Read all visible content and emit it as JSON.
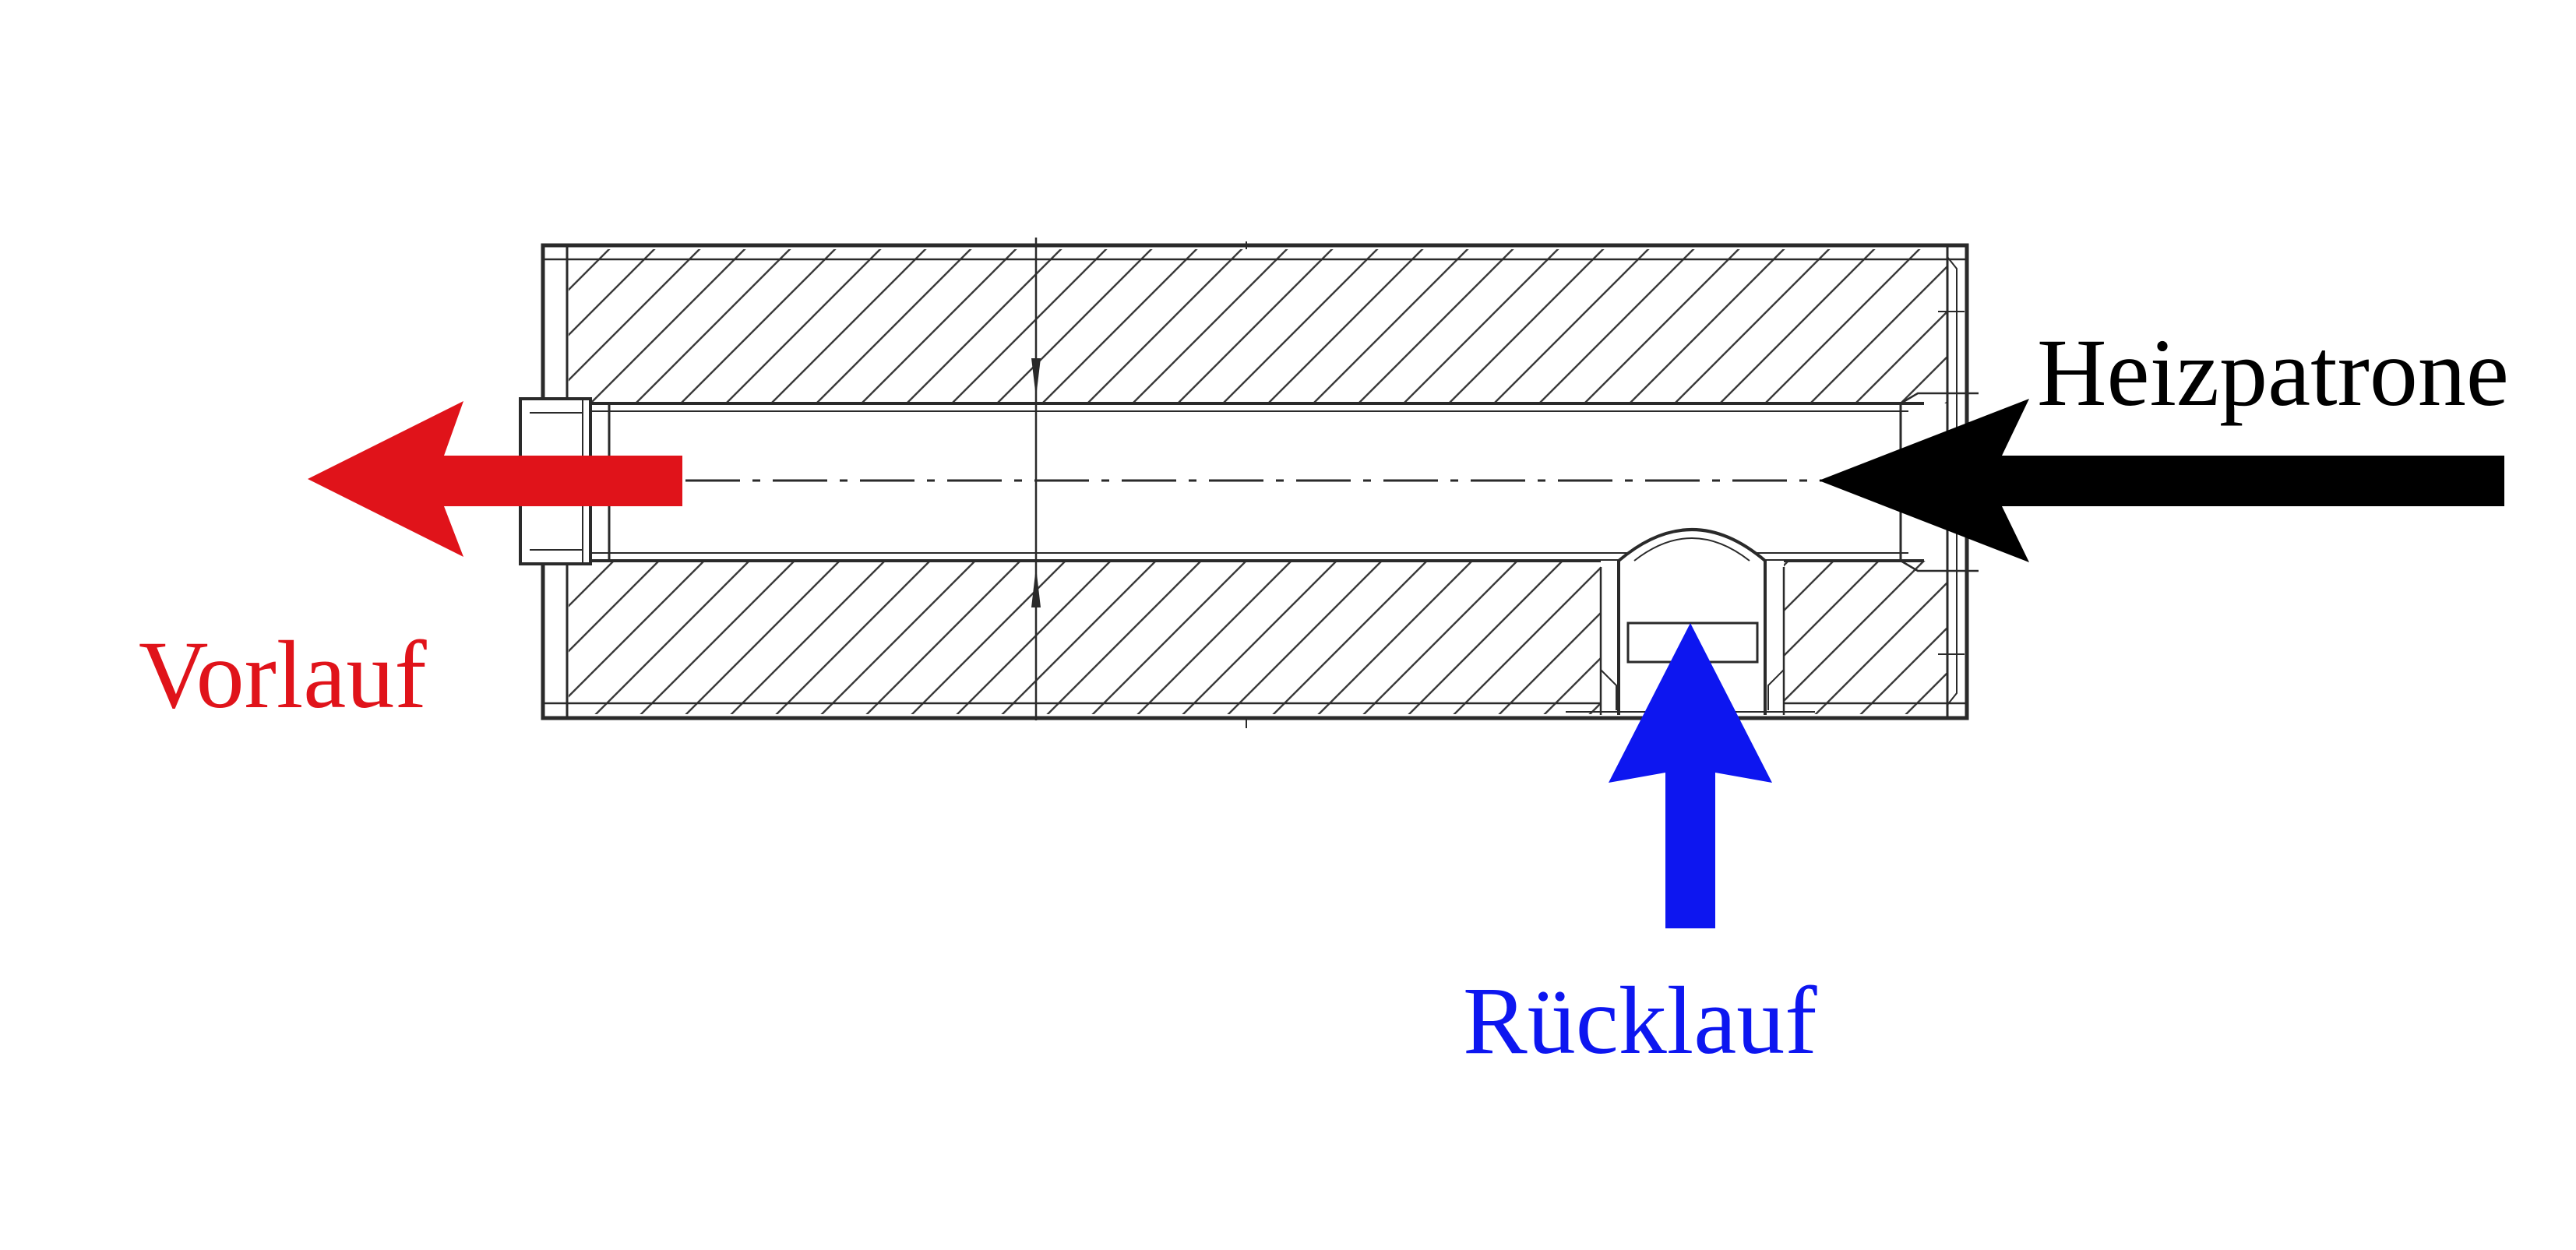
{
  "labels": {
    "outlet": "Vorlauf",
    "return": "Rücklauf",
    "heater": "Heizpatrone"
  },
  "colors": {
    "background": "#ffffff",
    "line": "#2a2a2a",
    "outlet": "#e0131a",
    "return": "#0d16f0",
    "heater": "#000000"
  }
}
